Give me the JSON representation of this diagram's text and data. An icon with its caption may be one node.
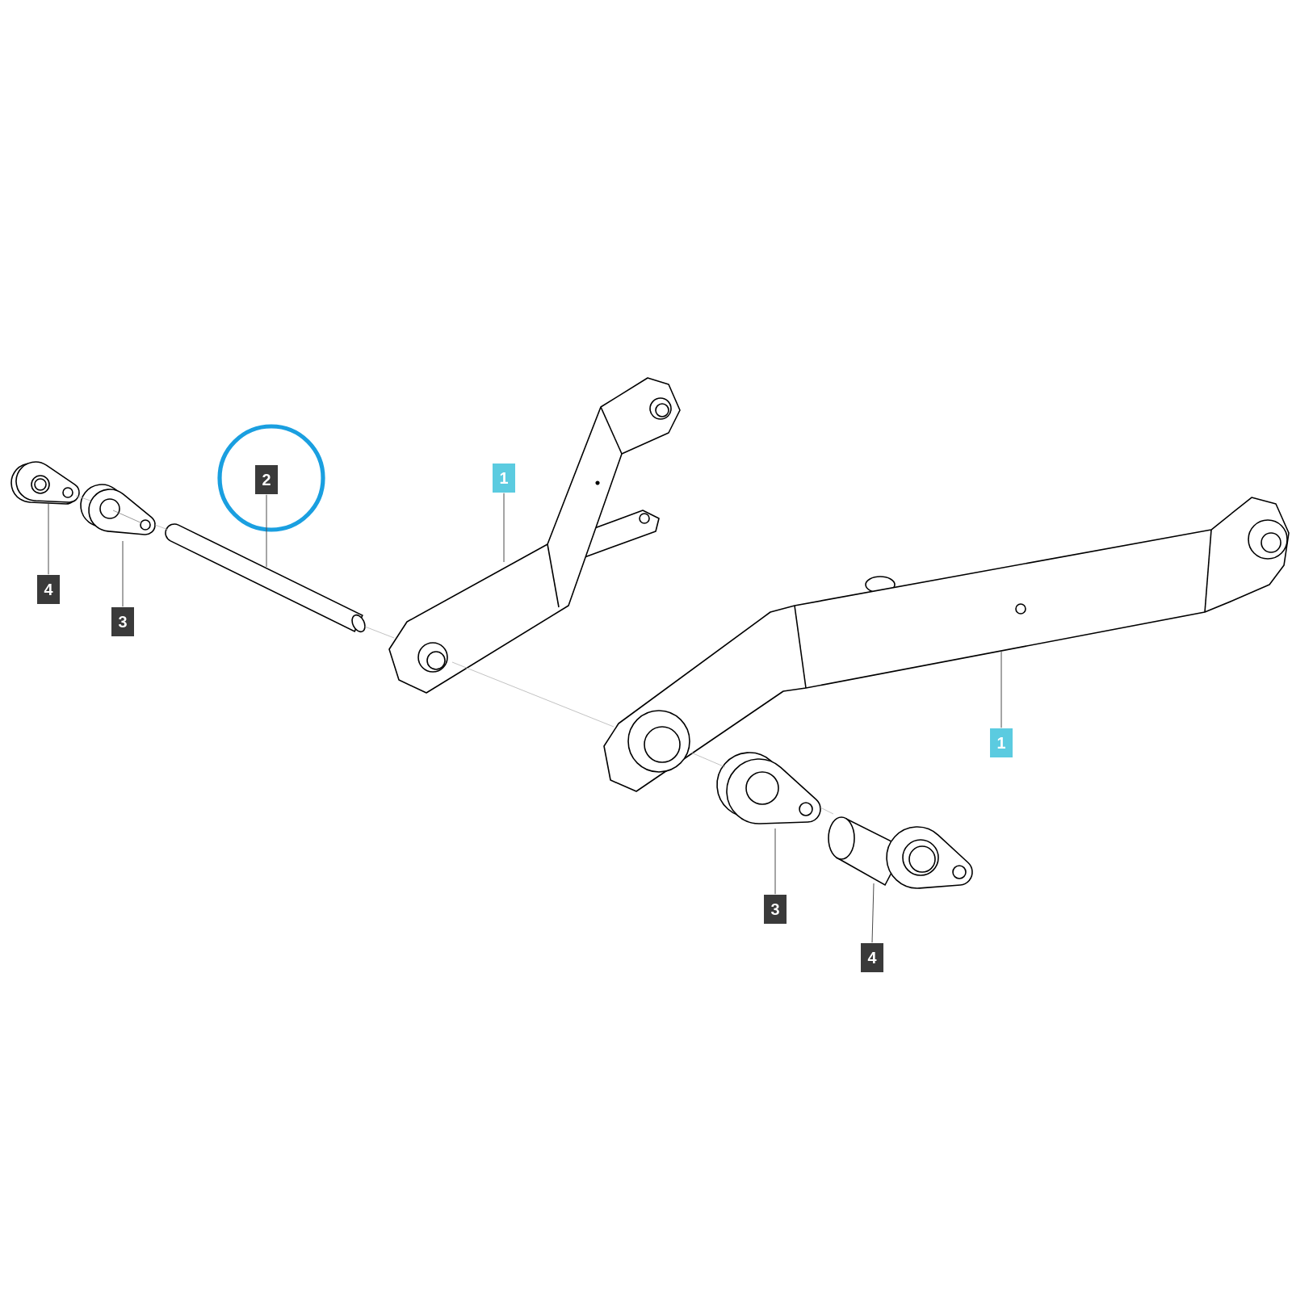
{
  "diagram": {
    "nodes": [
      {
        "text": [
          "2"
        ]
      },
      {
        "text": [
          "1"
        ]
      },
      {
        "text": [
          "4"
        ]
      },
      {
        "text": [
          "3"
        ]
      },
      {
        "text": [
          "1"
        ]
      },
      {
        "text": [
          "3"
        ]
      },
      {
        "text": [
          "4"
        ]
      },
      {
        "text": [],
        "shape": "picture"
      },
      {
        "text": [],
        "shape": "picture"
      },
      {
        "text": [],
        "shape": "picture"
      },
      {
        "text": [],
        "shape": "picture"
      },
      {
        "text": [],
        "shape": "picture"
      },
      {
        "text": [],
        "shape": "picture"
      },
      {
        "text": [],
        "shape": "picture"
      }
    ],
    "edges": [
      {
        "from": 0,
        "to": 9,
        "arrow": "none"
      },
      {
        "from": 1,
        "to": 10,
        "arrow": "none"
      },
      {
        "from": 2,
        "to": 7,
        "arrow": "none"
      },
      {
        "from": 3,
        "to": 8,
        "arrow": "none"
      },
      {
        "from": 4,
        "to": 11,
        "arrow": "none"
      },
      {
        "from": 5,
        "to": 12,
        "arrow": "none"
      },
      {
        "from": 6,
        "to": 13,
        "arrow": "none"
      },
      {
        "from": 7,
        "to": 8,
        "arrow": "none",
        "color": "#b3b3b3"
      },
      {
        "from": 8,
        "to": 9,
        "arrow": "none",
        "color": "#b3b3b3"
      },
      {
        "from": 9,
        "to": 10,
        "arrow": "none",
        "color": "#b3b3b3"
      },
      {
        "from": 10,
        "to": 11,
        "arrow": "none",
        "color": "#b3b3b3"
      },
      {
        "from": 11,
        "to": 12,
        "arrow": "none",
        "color": "#b3b3b3"
      },
      {
        "from": 12,
        "to": 13,
        "arrow": "none",
        "color": "#b3b3b3"
      }
    ]
  }
}
